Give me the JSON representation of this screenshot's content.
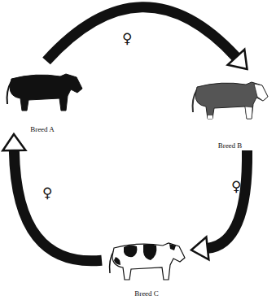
{
  "diagram": {
    "nodes": [
      {
        "text": [
          "Breed A"
        ]
      },
      {
        "text": [
          "Breed B"
        ]
      },
      {
        "text": [
          "Breed C"
        ]
      }
    ],
    "edges": [
      {
        "from": 0,
        "to": 1,
        "arrow": "to",
        "label": "♀"
      },
      {
        "from": 1,
        "to": 2,
        "arrow": "to",
        "label": "♀"
      },
      {
        "from": 2,
        "to": 0,
        "arrow": "to",
        "label": "♀"
      }
    ]
  }
}
